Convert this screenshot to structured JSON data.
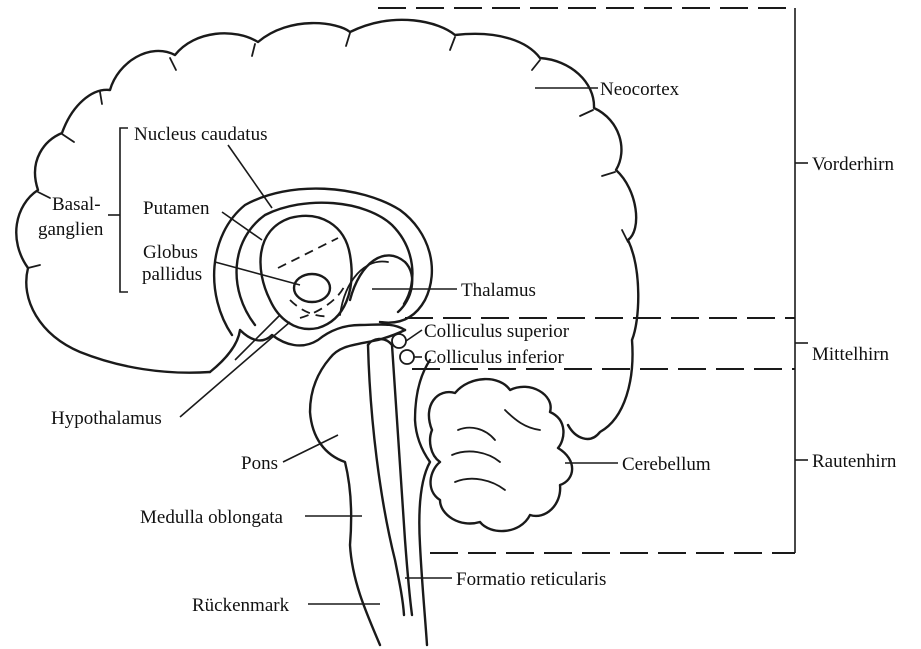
{
  "labels": {
    "neocortex": "Neocortex",
    "nucleus_caudatus": "Nucleus caudatus",
    "basal_line1": "Basal-",
    "basal_line2": "ganglien",
    "putamen": "Putamen",
    "globus_line1": "Globus",
    "globus_line2": "pallidus",
    "thalamus": "Thalamus",
    "colliculus_superior": "Colliculus superior",
    "colliculus_inferior": "Colliculus inferior",
    "hypothalamus": "Hypothalamus",
    "pons": "Pons",
    "cerebellum": "Cerebellum",
    "medulla_oblongata": "Medulla oblongata",
    "formatio_reticularis": "Formatio reticularis",
    "rueckenmark": "Rückenmark"
  },
  "regions": {
    "vorderhirn": "Vorderhirn",
    "mittelhirn": "Mittelhirn",
    "rautenhirn": "Rautenhirn"
  }
}
